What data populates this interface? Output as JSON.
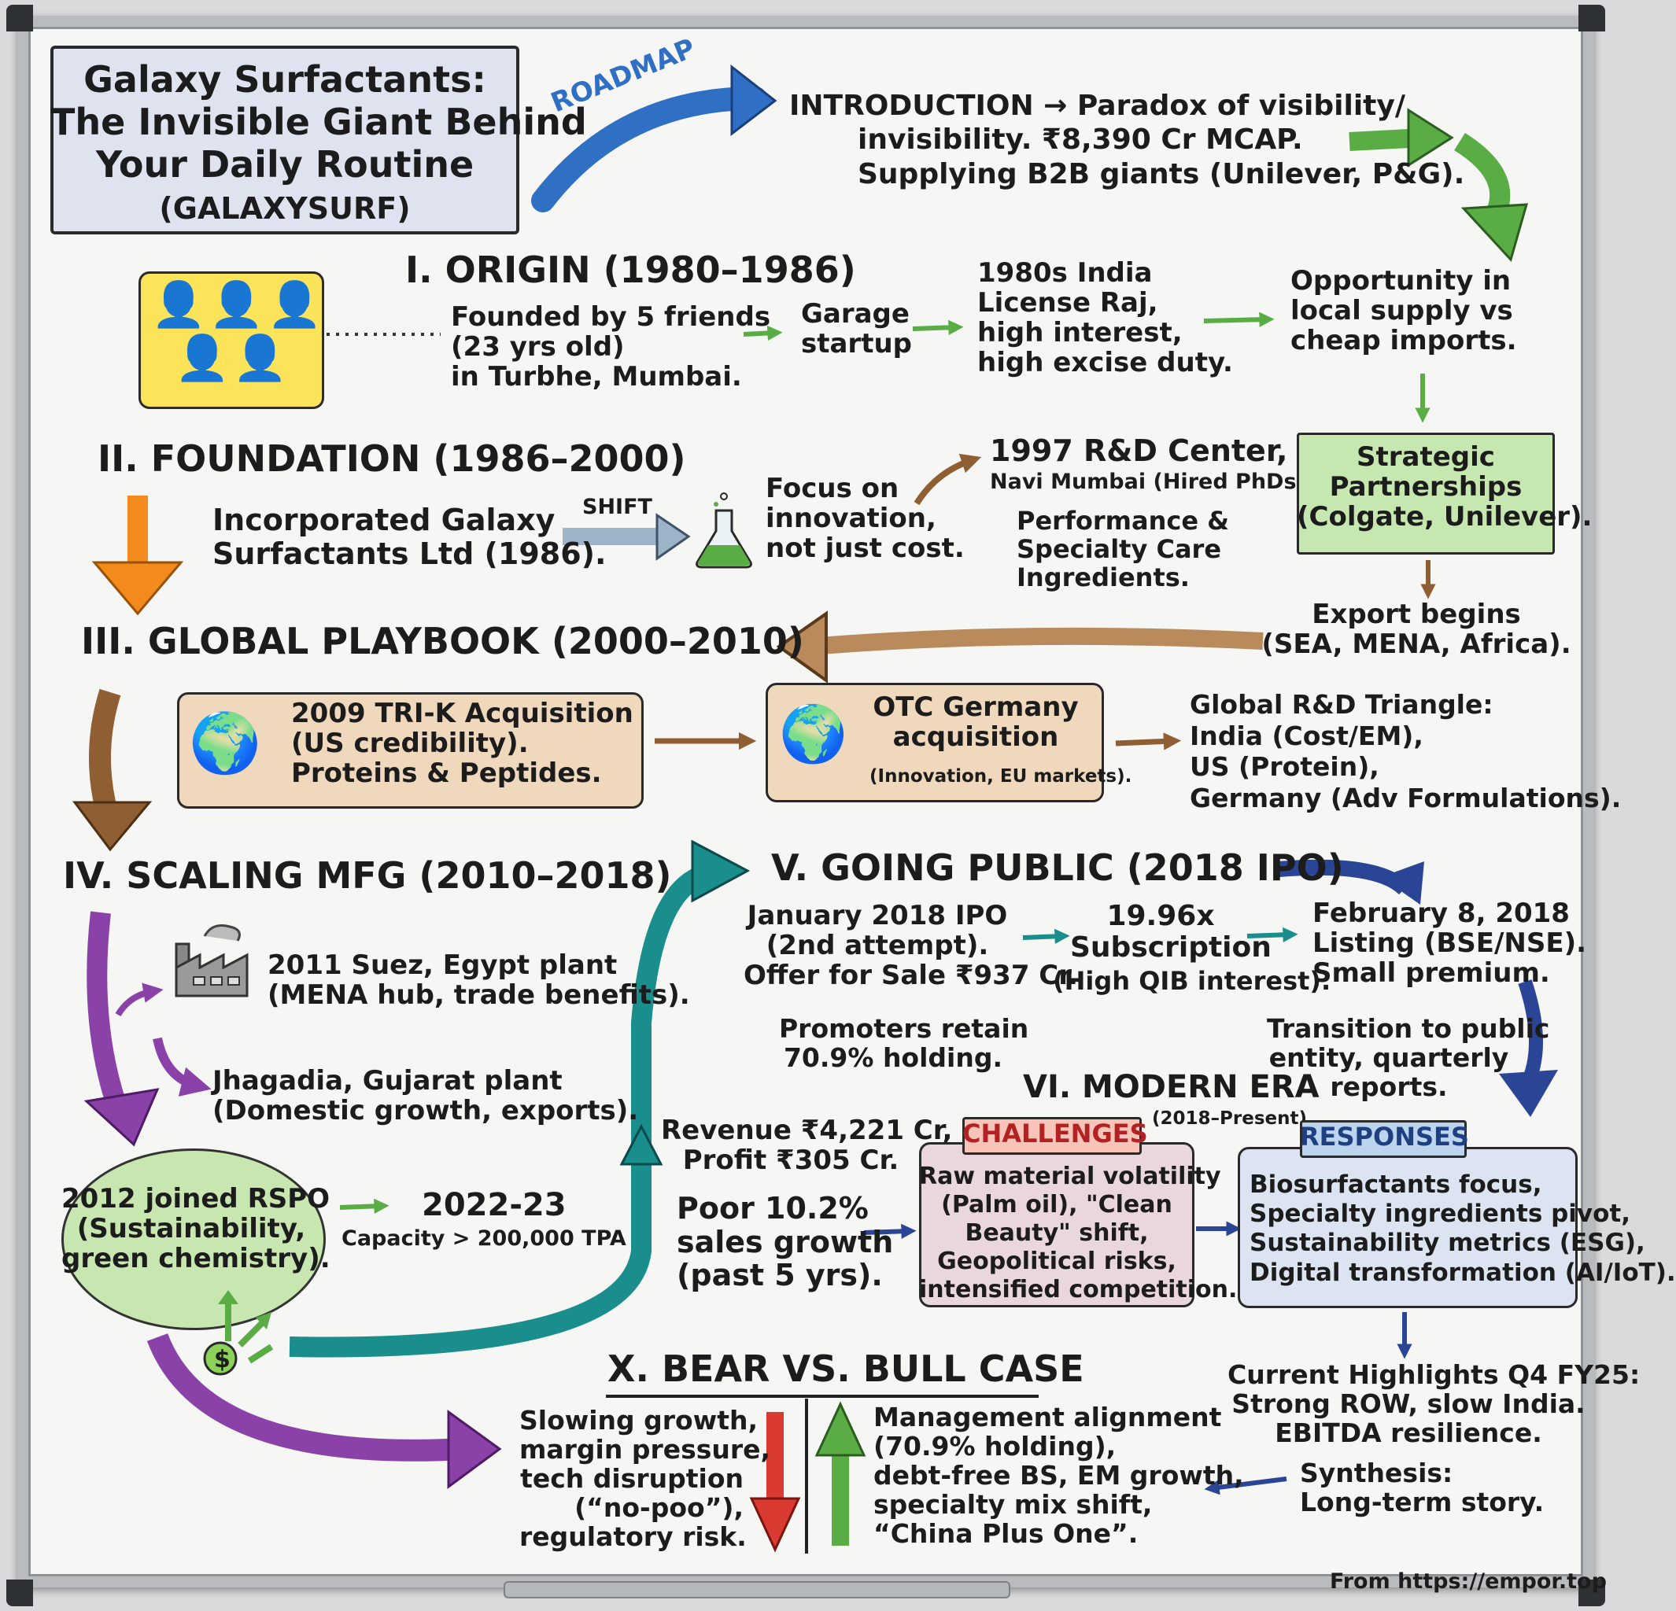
{
  "title": {
    "line1": "Galaxy Surfactants:",
    "line2": "The Invisible Giant Behind",
    "line3": "Your Daily Routine",
    "line4": "(GALAXYSURF)"
  },
  "roadmap_label": "ROADMAP",
  "intro": {
    "line1": "INTRODUCTION → Paradox of visibility/",
    "line2": "invisibility. ₹8,390 Cr MCAP.",
    "line3": "Supplying B2B giants (Unilever, P&G)."
  },
  "origin": {
    "heading": "I. ORIGIN (1980–1986)",
    "founders": "Founded by 5 friends\n(23 yrs old)\nin Turbhe, Mumbai.",
    "garage": "Garage\nstartup",
    "india": "1980s India\nLicense Raj,\nhigh interest,\nhigh excise duty.",
    "opportunity": "Opportunity in\nlocal supply vs\ncheap imports."
  },
  "foundation": {
    "heading": "II. FOUNDATION (1986–2000)",
    "incorporated": "Incorporated Galaxy\nSurfactants Ltd (1986).",
    "shift": "SHIFT",
    "focus": "Focus on\ninnovation,\nnot just cost.",
    "rnd_title": "1997 R&D Center,",
    "rnd_sub": "Navi Mumbai (Hired PhDs).",
    "performance": "Performance &\nSpecialty Care\nIngredients.",
    "partnerships": "Strategic\nPartnerships\n(Colgate, Unilever).",
    "export": "Export begins\n(SEA, MENA, Africa)."
  },
  "global": {
    "heading": "III. GLOBAL PLAYBOOK (2000–2010)",
    "trik": "2009 TRI-K Acquisition\n(US credibility).\nProteins & Peptides.",
    "otc_title": "OTC Germany\nacquisition",
    "otc_sub": "(Innovation, EU markets).",
    "triangle": "Global R&D Triangle:\nIndia (Cost/EM),\nUS (Protein),\nGermany (Adv Formulations)."
  },
  "scaling": {
    "heading": "IV. SCALING MFG (2010–2018)",
    "suez": "2011 Suez, Egypt plant\n(MENA hub, trade benefits).",
    "jhagadia": "Jhagadia, Gujarat plant\n(Domestic growth, exports).",
    "rspo": "2012 joined RSPO\n(Sustainability,\ngreen chemistry).",
    "capacity_year": "2022-23",
    "capacity": "Capacity > 200,000 TPA"
  },
  "ipo": {
    "heading": "V. GOING PUBLIC (2018 IPO)",
    "jan": "January 2018 IPO\n(2nd attempt).\nOffer for Sale ₹937 Cr.",
    "sub_title": "19.96x\nSubscription",
    "sub_note": "(High QIB interest).",
    "listing": "February 8, 2018\nListing (BSE/NSE).\nSmall premium.",
    "promoters": "Promoters retain\n70.9% holding.",
    "transition": "Transition to public\nentity, quarterly\nreports."
  },
  "modern": {
    "heading": "VI. MODERN ERA",
    "period": "(2018–Present)",
    "revenue": "Revenue ₹4,221 Cr,\nProfit ₹305 Cr.",
    "growth": "Poor 10.2%\nsales growth\n(past 5 yrs).",
    "challenges_label": "CHALLENGES",
    "challenges": "Raw material volatility\n(Palm oil), \"Clean\nBeauty\" shift,\nGeopolitical risks,\nintensified competition.",
    "responses_label": "RESPONSES",
    "responses": "Biosurfactants focus,\nSpecialty ingredients pivot,\nSustainability metrics (ESG),\nDigital transformation (AI/IoT).",
    "highlights": "Current Highlights Q4 FY25:\nStrong ROW, slow India.\nEBITDA resilience.",
    "synthesis": "Synthesis:\nLong-term story."
  },
  "bearbull": {
    "heading": "X. BEAR VS. BULL CASE",
    "bear": "Slowing growth,\nmargin pressure,\ntech disruption\n(“no-poo”),\nregulatory risk.",
    "bull": "Management alignment\n(70.9% holding),\ndebt-free BS, EM growth,\nspecialty mix shift,\n“China Plus One”."
  },
  "footer": "From https://empor.top",
  "colors": {
    "blue": "#2f6fc4",
    "green": "#5aad45",
    "orange": "#f28a1c",
    "brown": "#8f5f33",
    "purple": "#8a42a8",
    "teal": "#1a8d8d",
    "navy": "#2b4596",
    "red": "#d93a32",
    "board": "#f6f6f4"
  }
}
